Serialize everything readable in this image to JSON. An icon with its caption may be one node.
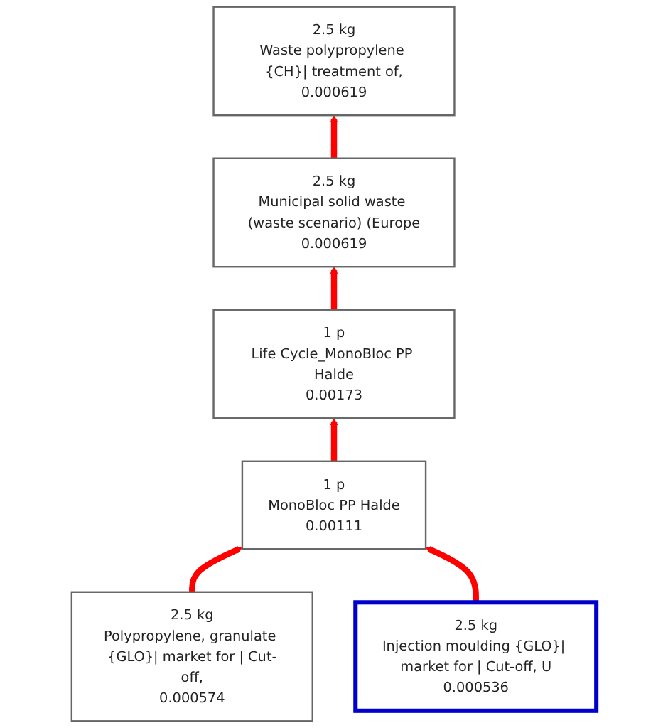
{
  "diagram": {
    "nodes": [
      {
        "text": [
          "1 p",
          "Life Cycle_MonoBloc PP Halde",
          "0.00173"
        ]
      },
      {
        "text": [
          "1 p",
          "MonoBloc PP Halde",
          "0.00111"
        ]
      },
      {
        "text": [
          "2.5 kg",
          "Municipal solid waste (waste scenario) (Europe",
          "0.000619"
        ]
      },
      {
        "text": [
          "2.5 kg",
          "Polypropylene, granulate {GLO}| market for | Cut-off,",
          "0.000574"
        ]
      },
      {
        "text": [
          "2.5 kg",
          "Injection moulding {GLO}| market for | Cut-off, U",
          "0.000536"
        ]
      },
      {
        "text": [
          "2.5 kg",
          "Waste polypropylene {CH}| treatment of,",
          "0.000619"
        ]
      }
    ],
    "edges": [
      {
        "from": 1,
        "to": 0,
        "arrow": "to"
      },
      {
        "from": 0,
        "to": 2,
        "arrow": "to"
      },
      {
        "from": 3,
        "to": 1,
        "arrow": "to"
      },
      {
        "from": 4,
        "to": 1,
        "arrow": "to"
      },
      {
        "from": 2,
        "to": 5,
        "arrow": "to"
      }
    ]
  }
}
